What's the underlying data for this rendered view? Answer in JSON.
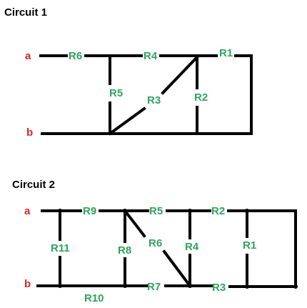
{
  "colors": {
    "wire": "#000000",
    "terminal": "#d62728",
    "resistor_label": "#2ca55b",
    "title": "#000000"
  },
  "circuit1": {
    "title": "Circuit 1",
    "terminals": {
      "a": "a",
      "b": "b"
    },
    "resistors": [
      "R6",
      "R4",
      "R1",
      "R5",
      "R3",
      "R2"
    ]
  },
  "circuit2": {
    "title": "Circuit 2",
    "terminals": {
      "a": "a",
      "b": "b"
    },
    "resistors": [
      "R9",
      "R5",
      "R2",
      "R11",
      "R8",
      "R6",
      "R4",
      "R1",
      "R10",
      "R7",
      "R3"
    ]
  }
}
